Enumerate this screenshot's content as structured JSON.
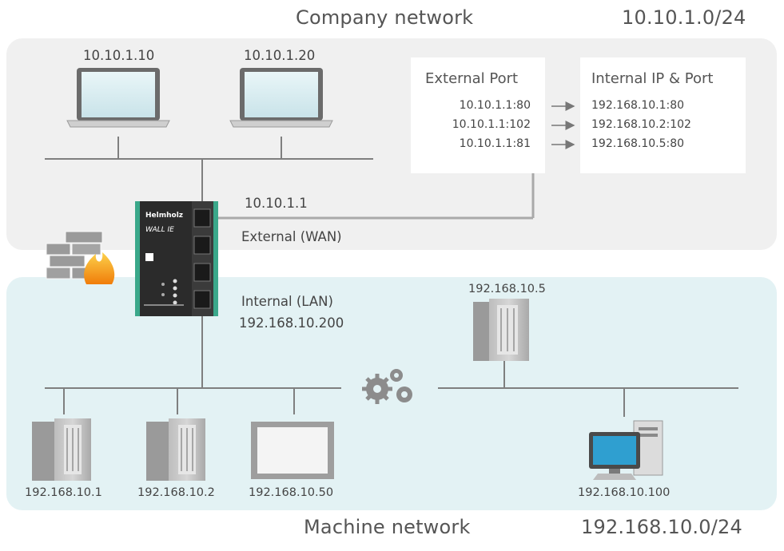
{
  "company": {
    "title": "Company network",
    "subnet": "10.10.1.0/24",
    "laptops": [
      {
        "ip": "10.10.1.10"
      },
      {
        "ip": "10.10.1.20"
      }
    ]
  },
  "port_table": {
    "external_header": "External Port",
    "internal_header": "Internal IP & Port",
    "rows": [
      {
        "external": "10.10.1.1:80",
        "internal": "192.168.10.1:80"
      },
      {
        "external": "10.10.1.1:102",
        "internal": "192.168.10.2:102"
      },
      {
        "external": "10.10.1.1:81",
        "internal": "192.168.10.5:80"
      }
    ]
  },
  "router": {
    "brand": "Helmholz",
    "model": "WALL IE",
    "wan_ip": "10.10.1.1",
    "wan_label": "External (WAN)",
    "lan_label": "Internal (LAN)",
    "lan_ip": "192.168.10.200"
  },
  "machine": {
    "title": "Machine network",
    "subnet": "192.168.10.0/24",
    "devices": [
      {
        "ip": "192.168.10.1",
        "icon": "plc-icon"
      },
      {
        "ip": "192.168.10.2",
        "icon": "plc-icon"
      },
      {
        "ip": "192.168.10.50",
        "icon": "hmi-panel-icon"
      },
      {
        "ip": "192.168.10.5",
        "icon": "plc-icon"
      },
      {
        "ip": "192.168.10.100",
        "icon": "desktop-pc-icon"
      }
    ]
  },
  "colors": {
    "company_bg": "#f0f0f0",
    "machine_bg": "#e3f2f4",
    "line": "#7f7f7f",
    "router_accent": "#3aa88a"
  }
}
